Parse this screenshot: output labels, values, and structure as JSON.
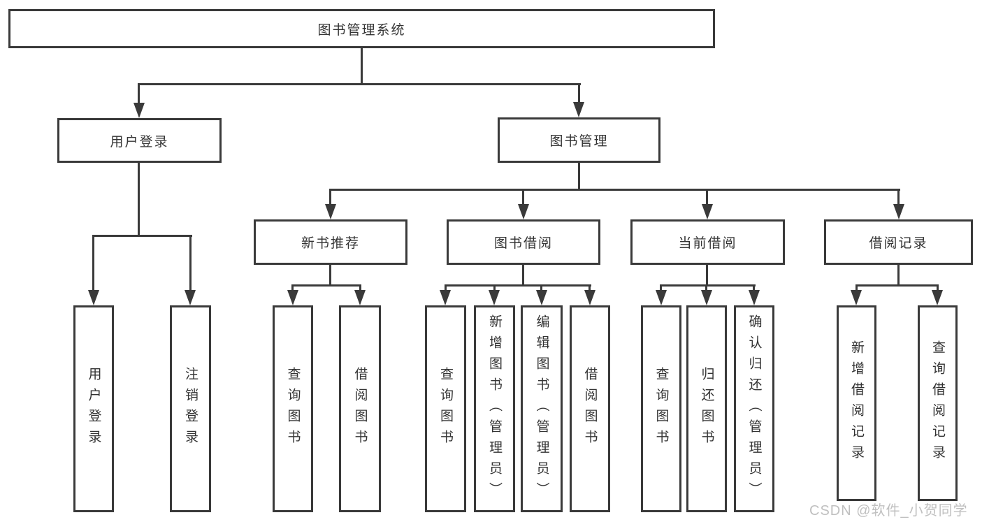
{
  "title": "图书管理系统",
  "tree": {
    "root": {
      "label": "图书管理系统"
    },
    "children": [
      {
        "label": "用户登录",
        "children": [
          {
            "label": "用户登录"
          },
          {
            "label": "注销登录"
          }
        ]
      },
      {
        "label": "图书管理",
        "children": [
          {
            "label": "新书推荐",
            "children": [
              {
                "label": "查询图书"
              },
              {
                "label": "借阅图书"
              }
            ]
          },
          {
            "label": "图书借阅",
            "children": [
              {
                "label": "查询图书"
              },
              {
                "label": "新增图书（管理员）"
              },
              {
                "label": "编辑图书（管理员）"
              },
              {
                "label": "借阅图书"
              }
            ]
          },
          {
            "label": "当前借阅",
            "children": [
              {
                "label": "查询图书"
              },
              {
                "label": "归还图书"
              },
              {
                "label": "确认归还（管理员）"
              }
            ]
          },
          {
            "label": "借阅记录",
            "children": [
              {
                "label": "新增借阅记录"
              },
              {
                "label": "查询借阅记录"
              }
            ]
          }
        ]
      }
    ]
  },
  "watermark": {
    "text": "CSDN @软件_小贺同学"
  },
  "colors": {
    "line": "#3a3a3a",
    "text": "#333333",
    "background": "#ffffff",
    "watermark": "#c0c0c0"
  }
}
